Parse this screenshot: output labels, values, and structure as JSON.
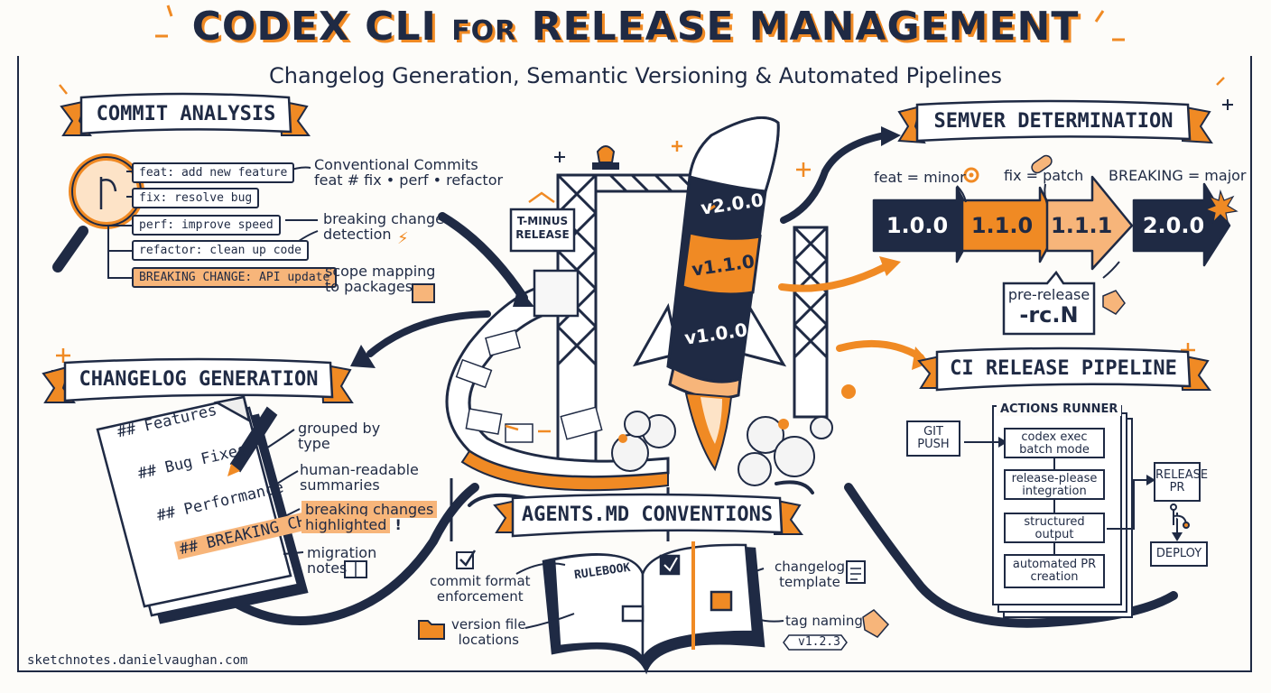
{
  "header": {
    "title_part1": "CODEX CLI",
    "title_for": "FOR",
    "title_part2": "RELEASE MANAGEMENT",
    "subtitle": "Changelog Generation, Semantic Versioning & Automated Pipelines"
  },
  "commit_analysis": {
    "banner": "COMMIT ANALYSIS",
    "commits": [
      "feat: add new feature",
      "fix: resolve bug",
      "perf: improve speed",
      "refactor: clean up code",
      "BREAKING CHANGE: API update"
    ],
    "notes": [
      {
        "line1": "Conventional Commits",
        "line2": "feat # fix • perf • refactor"
      },
      {
        "line1": "breaking change",
        "line2": "detection"
      },
      {
        "line1": "scope mapping",
        "line2": "to packages"
      }
    ]
  },
  "semver": {
    "banner": "SEMVER DETERMINATION",
    "rules": [
      "feat = minor",
      "fix = patch",
      "BREAKING = major"
    ],
    "versions": [
      "1.0.0",
      "1.1.0",
      "1.1.1",
      "2.0.0"
    ],
    "prerelease_line1": "pre-release",
    "prerelease_line2": "-rc.N"
  },
  "center": {
    "tminus_line1": "T-MINUS",
    "tminus_line2": "RELEASE",
    "rocket_versions": [
      "v2.0.0",
      "v1.1.0",
      "v1.0.0"
    ]
  },
  "changelog": {
    "banner": "CHANGELOG GENERATION",
    "doc_lines": [
      "## Features",
      "## Bug Fixes",
      "## Performance",
      "## BREAKING CHANGES"
    ],
    "notes": [
      {
        "line1": "grouped by",
        "line2": "type"
      },
      {
        "line1": "human-readable",
        "line2": "summaries"
      },
      {
        "line1": "breaking changes",
        "line2": "highlighted"
      },
      {
        "line1": "migration",
        "line2": "notes"
      }
    ]
  },
  "agents": {
    "banner": "AGENTS.MD CONVENTIONS",
    "book_label": "RULEBOOK",
    "notes": [
      {
        "line1": "commit format",
        "line2": "enforcement"
      },
      {
        "line1": "version file",
        "line2": "locations"
      },
      {
        "line1": "changelog",
        "line2": "template"
      },
      {
        "line1": "tag naming",
        "line2": "v1.2.3"
      }
    ]
  },
  "ci": {
    "banner": "CI RELEASE PIPELINE",
    "git_push_line1": "GIT",
    "git_push_line2": "PUSH",
    "runner_label": "ACTIONS RUNNER",
    "steps": [
      {
        "line1": "codex exec",
        "line2": "batch mode"
      },
      {
        "line1": "release-please",
        "line2": "integration"
      },
      {
        "line1": "structured",
        "line2": "output"
      },
      {
        "line1": "automated PR",
        "line2": "creation"
      }
    ],
    "release_pr_line1": "RELEASE",
    "release_pr_line2": "PR",
    "deploy": "DEPLOY"
  },
  "footer": {
    "credit": "sketchnotes.danielvaughan.com"
  },
  "colors": {
    "navy": "#1f2a44",
    "orange": "#f08a24",
    "light_orange": "#f7b57a"
  }
}
